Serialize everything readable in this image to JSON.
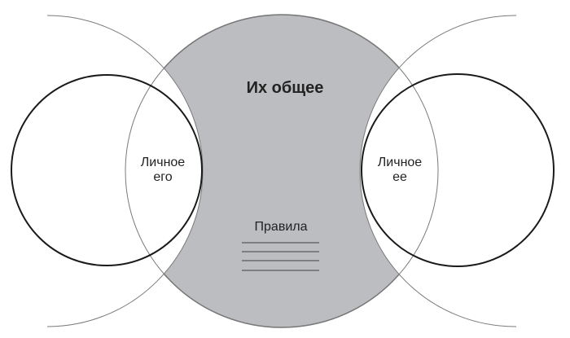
{
  "diagram": {
    "common_label": "Их общее",
    "left_personal": {
      "line1": "Личное",
      "line2": "его"
    },
    "right_personal": {
      "line1": "Личное",
      "line2": "ее"
    },
    "rules_label": "Правила",
    "rules_lines_count": 4
  },
  "colors": {
    "common_fill": "#bcbdc0",
    "common_stroke": "#6f6f6f",
    "thin_stroke": "#7a7a7a",
    "bold_stroke": "#1a1a1a"
  }
}
